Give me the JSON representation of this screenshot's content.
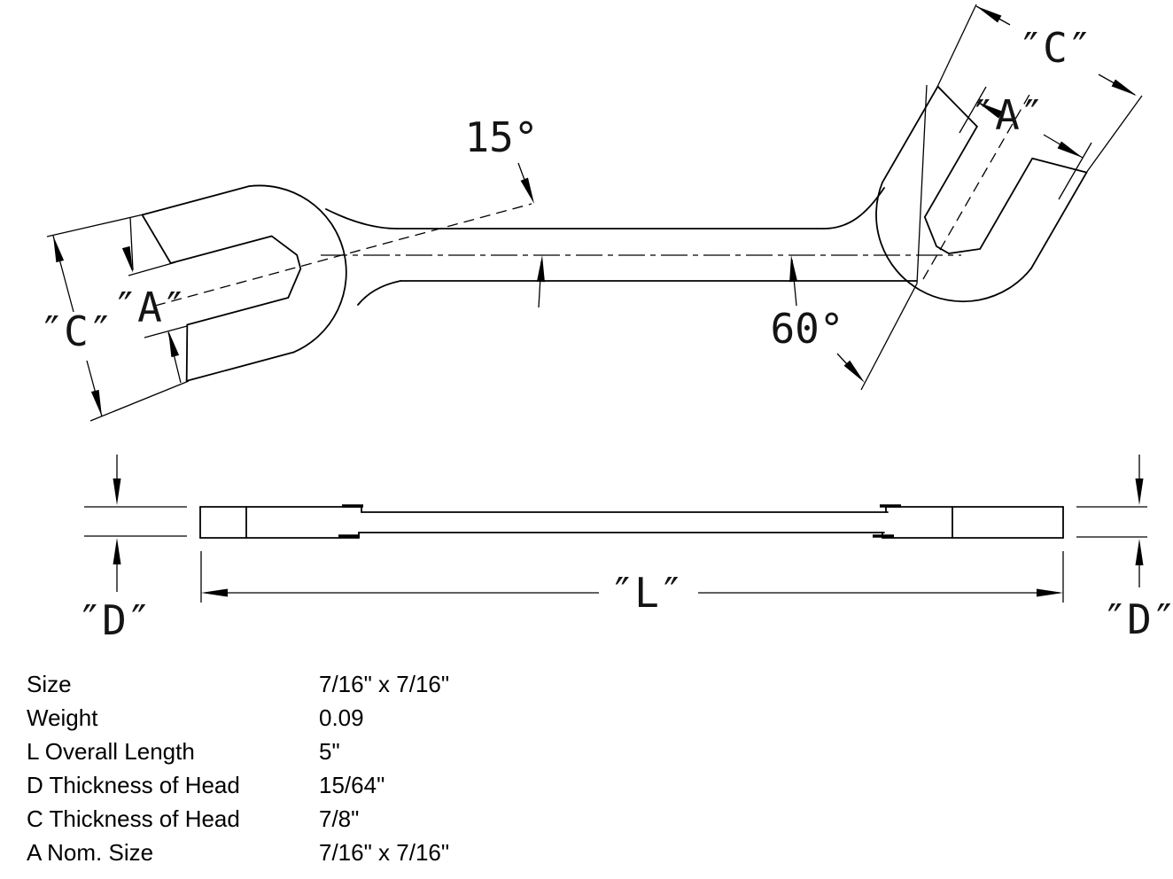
{
  "top_view": {
    "angle_left_label": "15°",
    "angle_right_label": "60°",
    "c_left_label": "″C″",
    "a_left_label": "″A″",
    "c_right_label": "″C″",
    "a_right_label": "″A″"
  },
  "side_view": {
    "d_left_label": "″D″",
    "length_label": "″L″",
    "d_right_label": "″D″"
  },
  "spec_table": {
    "rows": [
      {
        "label": "Size",
        "value": "7/16\" x 7/16\""
      },
      {
        "label": "Weight",
        "value": "0.09"
      },
      {
        "label": "L Overall Length",
        "value": "5\""
      },
      {
        "label": "D Thickness of Head",
        "value": "15/64\""
      },
      {
        "label": "C Thickness of Head",
        "value": "7/8\""
      },
      {
        "label": "A Nom. Size",
        "value": "7/16\" x 7/16\""
      }
    ]
  }
}
